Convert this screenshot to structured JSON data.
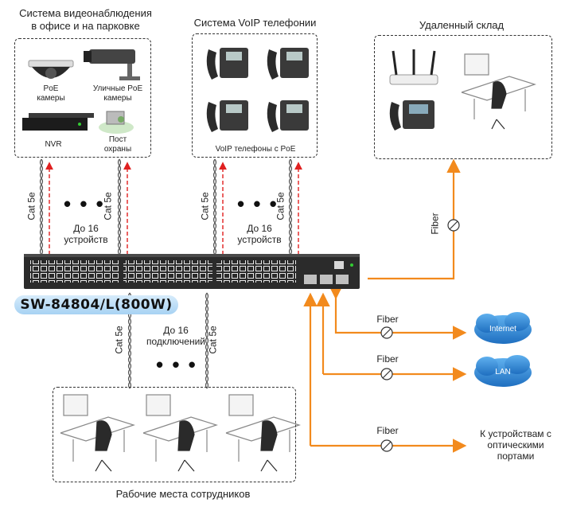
{
  "boxes": {
    "surveillance": {
      "title": "Система видеонаблюдения\nв офисе и на парковке",
      "items": {
        "poe_cameras": "PoE\nкамеры",
        "street_cameras": "Уличные PoE\nкамеры",
        "nvr": "NVR",
        "guard_post": "Пост\nохраны"
      }
    },
    "voip": {
      "title": "Система VoIP телефонии",
      "caption": "VoIP телефоны с PoE"
    },
    "warehouse": {
      "title": "Удаленный склад"
    },
    "workplaces": {
      "caption": "Рабочие места сотрудников"
    }
  },
  "links": {
    "cat5e": "Cat 5e",
    "fiber": "Fiber",
    "dots": "• • •",
    "up_to_16_devices": "До 16\nустройств",
    "up_to_16_connections": "До 16\nподключений"
  },
  "switch": {
    "model": "SW-84804/L(800W)"
  },
  "destinations": {
    "internet": "Internet",
    "lan": "LAN",
    "optical": "К устройствам с\nоптическими\nпортами"
  },
  "colors": {
    "fiber": "#f28a1d",
    "poe": "#e02020",
    "cloud": "#2f86d6",
    "model_badge": "#bfe0f7"
  }
}
